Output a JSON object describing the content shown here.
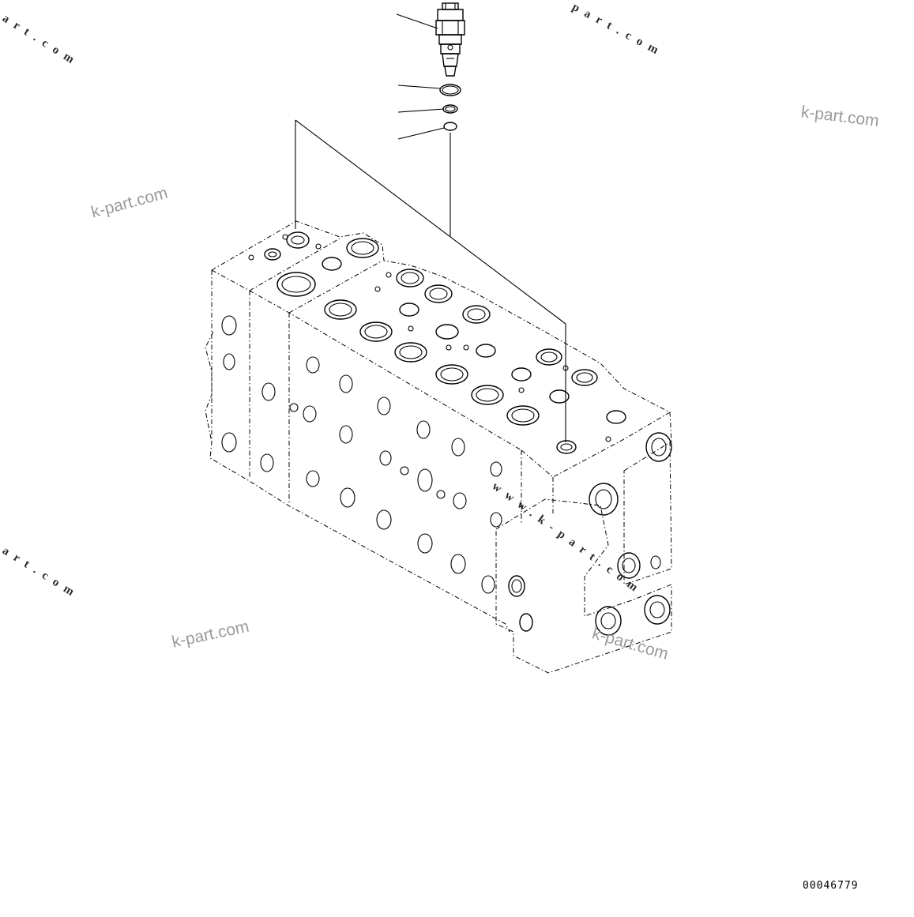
{
  "drawing": {
    "figure_number": "00046779",
    "watermarks": {
      "k_part_label": "k-part.com",
      "www_label": "www.k-part.com",
      "part_com_label": "part.com",
      "art_com_label": "art.com"
    },
    "parts": [
      "relief-valve",
      "o-ring-large",
      "o-ring-medium",
      "o-ring-small",
      "control-valve-block"
    ]
  }
}
